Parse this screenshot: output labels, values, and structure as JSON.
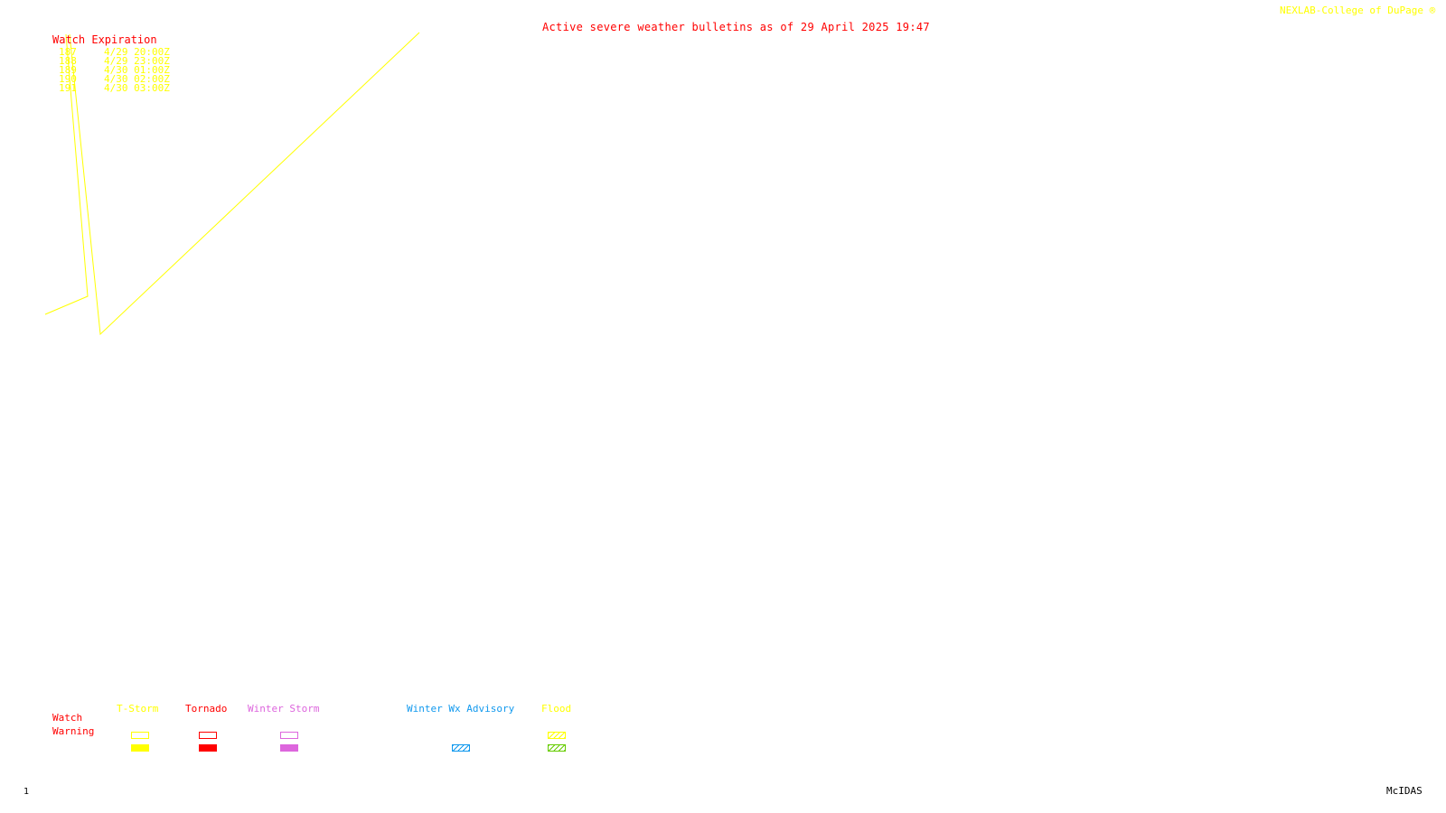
{
  "header": {
    "title": "Active severe weather bulletins as of 29 April 2025 19:47",
    "credit": "NEXLAB-College of DuPage ®"
  },
  "watch_list": {
    "heading": "Watch Expiration",
    "rows": [
      {
        "number": "187",
        "expiration": "4/29 20:00Z"
      },
      {
        "number": "188",
        "expiration": "4/29 23:00Z"
      },
      {
        "number": "189",
        "expiration": "4/30 01:00Z"
      },
      {
        "number": "190",
        "expiration": "4/30 02:00Z"
      },
      {
        "number": "191",
        "expiration": "4/30 03:00Z"
      }
    ]
  },
  "map": {
    "outline_color": "#ffff00",
    "outlines": [
      {
        "name": "watch-outline-1"
      },
      {
        "name": "watch-outline-2"
      }
    ]
  },
  "legend": {
    "row_labels": {
      "watch": "Watch",
      "warning": "Warning"
    },
    "categories": [
      {
        "key": "tstorm",
        "label": "T-Storm",
        "color": "#ffff00",
        "watch_style": "outline",
        "warning_style": "solid"
      },
      {
        "key": "tornado",
        "label": "Tornado",
        "color": "#ff0000",
        "watch_style": "outline",
        "warning_style": "solid"
      },
      {
        "key": "winter-storm",
        "label": "Winter Storm",
        "color": "#dd66dd",
        "watch_style": "outline",
        "warning_style": "solid"
      },
      {
        "key": "winter-wx-advisory",
        "label": "Winter Wx Advisory",
        "color": "#1199ee",
        "watch_style": "none",
        "warning_style": "hatched"
      },
      {
        "key": "flood",
        "label": "Flood",
        "color": "#ffff00",
        "watch_style": "hatched",
        "warning_style": "hatched",
        "warning_color": "#66cc00"
      }
    ]
  },
  "footer": {
    "page_number": "1",
    "software": "McIDAS"
  }
}
